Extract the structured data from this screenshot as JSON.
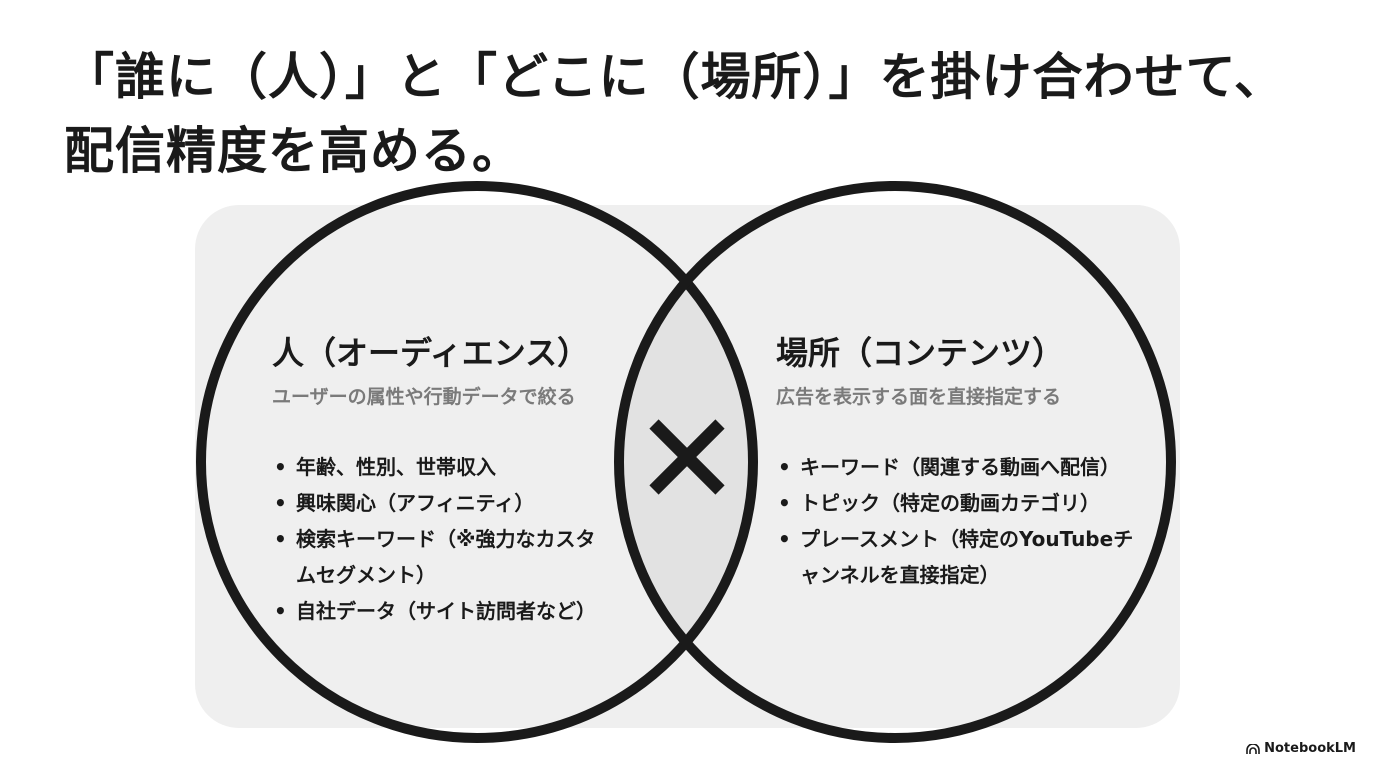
{
  "title": {
    "line1": "「誰に（人）」と「どこに（場所）」を掛け合わせて、",
    "line2": "配信精度を高める。"
  },
  "left": {
    "heading": "人（オーディエンス）",
    "subheading": "ユーザーの属性や行動データで絞る",
    "items": [
      "年齢、性別、世帯収入",
      "興味関心（アフィニティ）",
      "検索キーワード（※強力なカスタムセグメント）",
      "自社データ（サイト訪問者など）"
    ]
  },
  "right": {
    "heading": "場所（コンテンツ）",
    "subheading": "広告を表示する面を直接指定する",
    "items": [
      "キーワード（関連する動画へ配信）",
      "トピック（特定の動画カテゴリ）",
      "プレースメント（特定のYouTubeチャンネルを直接指定）"
    ]
  },
  "center_symbol": "multiply-icon",
  "brand": "NotebookLM",
  "colors": {
    "stroke": "#1a1a1a",
    "panel": "#efefef",
    "overlap": "#e2e2e2",
    "subtext": "#7a7a7a"
  }
}
